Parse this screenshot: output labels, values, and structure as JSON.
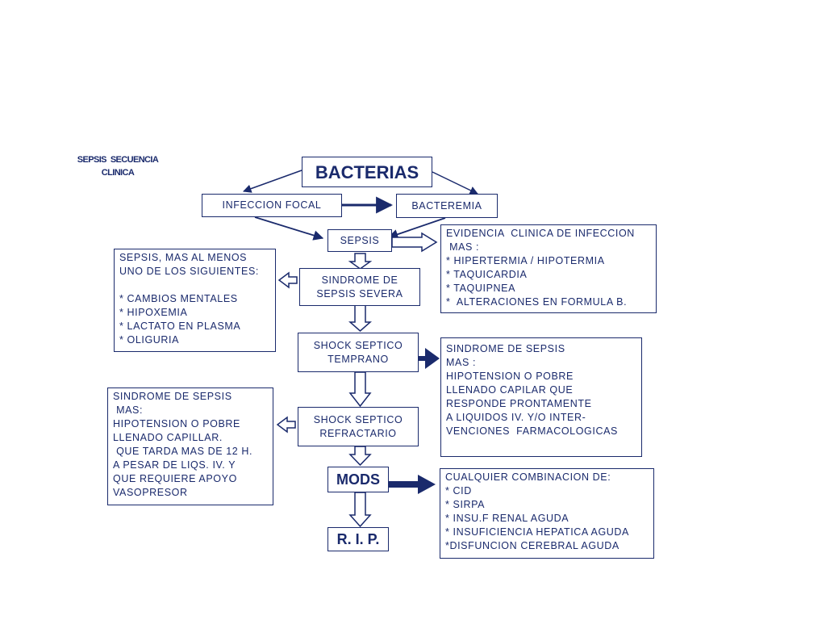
{
  "title": [
    "SEPSIS  SECUENCIA",
    "CLINICA"
  ],
  "nodes": {
    "bacterias": "BACTERIAS",
    "infeccion_focal": "INFECCION FOCAL",
    "bacteremia": "BACTEREMIA",
    "sepsis": "SEPSIS",
    "sindrome_severa": [
      "SINDROME DE",
      "SEPSIS SEVERA"
    ],
    "shock_temprano": [
      "SHOCK SEPTICO",
      "TEMPRANO"
    ],
    "shock_refractario": [
      "SHOCK SEPTICO",
      "REFRACTARIO"
    ],
    "mods": "MODS",
    "rip": "R. I. P."
  },
  "notes": {
    "evidencia": [
      "EVIDENCIA  CLINICA DE INFECCION",
      " MAS :",
      "* HIPERTERMIA / HIPOTERMIA",
      "* TAQUICARDIA",
      "* TAQUIPNEA",
      "*  ALTERACIONES EN FORMULA B."
    ],
    "sepsis_mas": [
      "SEPSIS, MAS AL MENOS",
      "UNO DE LOS SIGUIENTES:",
      "",
      "* CAMBIOS MENTALES",
      "* HIPOXEMIA",
      "* LACTATO EN PLASMA",
      "* OLIGURIA"
    ],
    "temprano_desc": [
      "SINDROME DE SEPSIS",
      "MAS :",
      "HIPOTENSION O POBRE",
      "LLENADO CAPILAR QUE",
      "RESPONDE PRONTAMENTE",
      "A LIQUIDOS IV. Y/O INTER-",
      "VENCIONES  FARMACOLOGICAS"
    ],
    "refractario_desc": [
      "SINDROME DE SEPSIS",
      " MAS:",
      "HIPOTENSION O POBRE",
      "LLENADO CAPILLAR.",
      " QUE TARDA MAS DE 12 H.",
      "A PESAR DE LIQS. IV. Y",
      "QUE REQUIERE APOYO",
      "VASOPRESOR"
    ],
    "mods_desc": [
      "CUALQUIER COMBINACION DE:",
      "* CID",
      "* SIRPA",
      "* INSU.F RENAL AGUDA",
      "* INSUFICIENCIA HEPATICA AGUDA",
      "*DISFUNCION CEREBRAL AGUDA"
    ]
  }
}
